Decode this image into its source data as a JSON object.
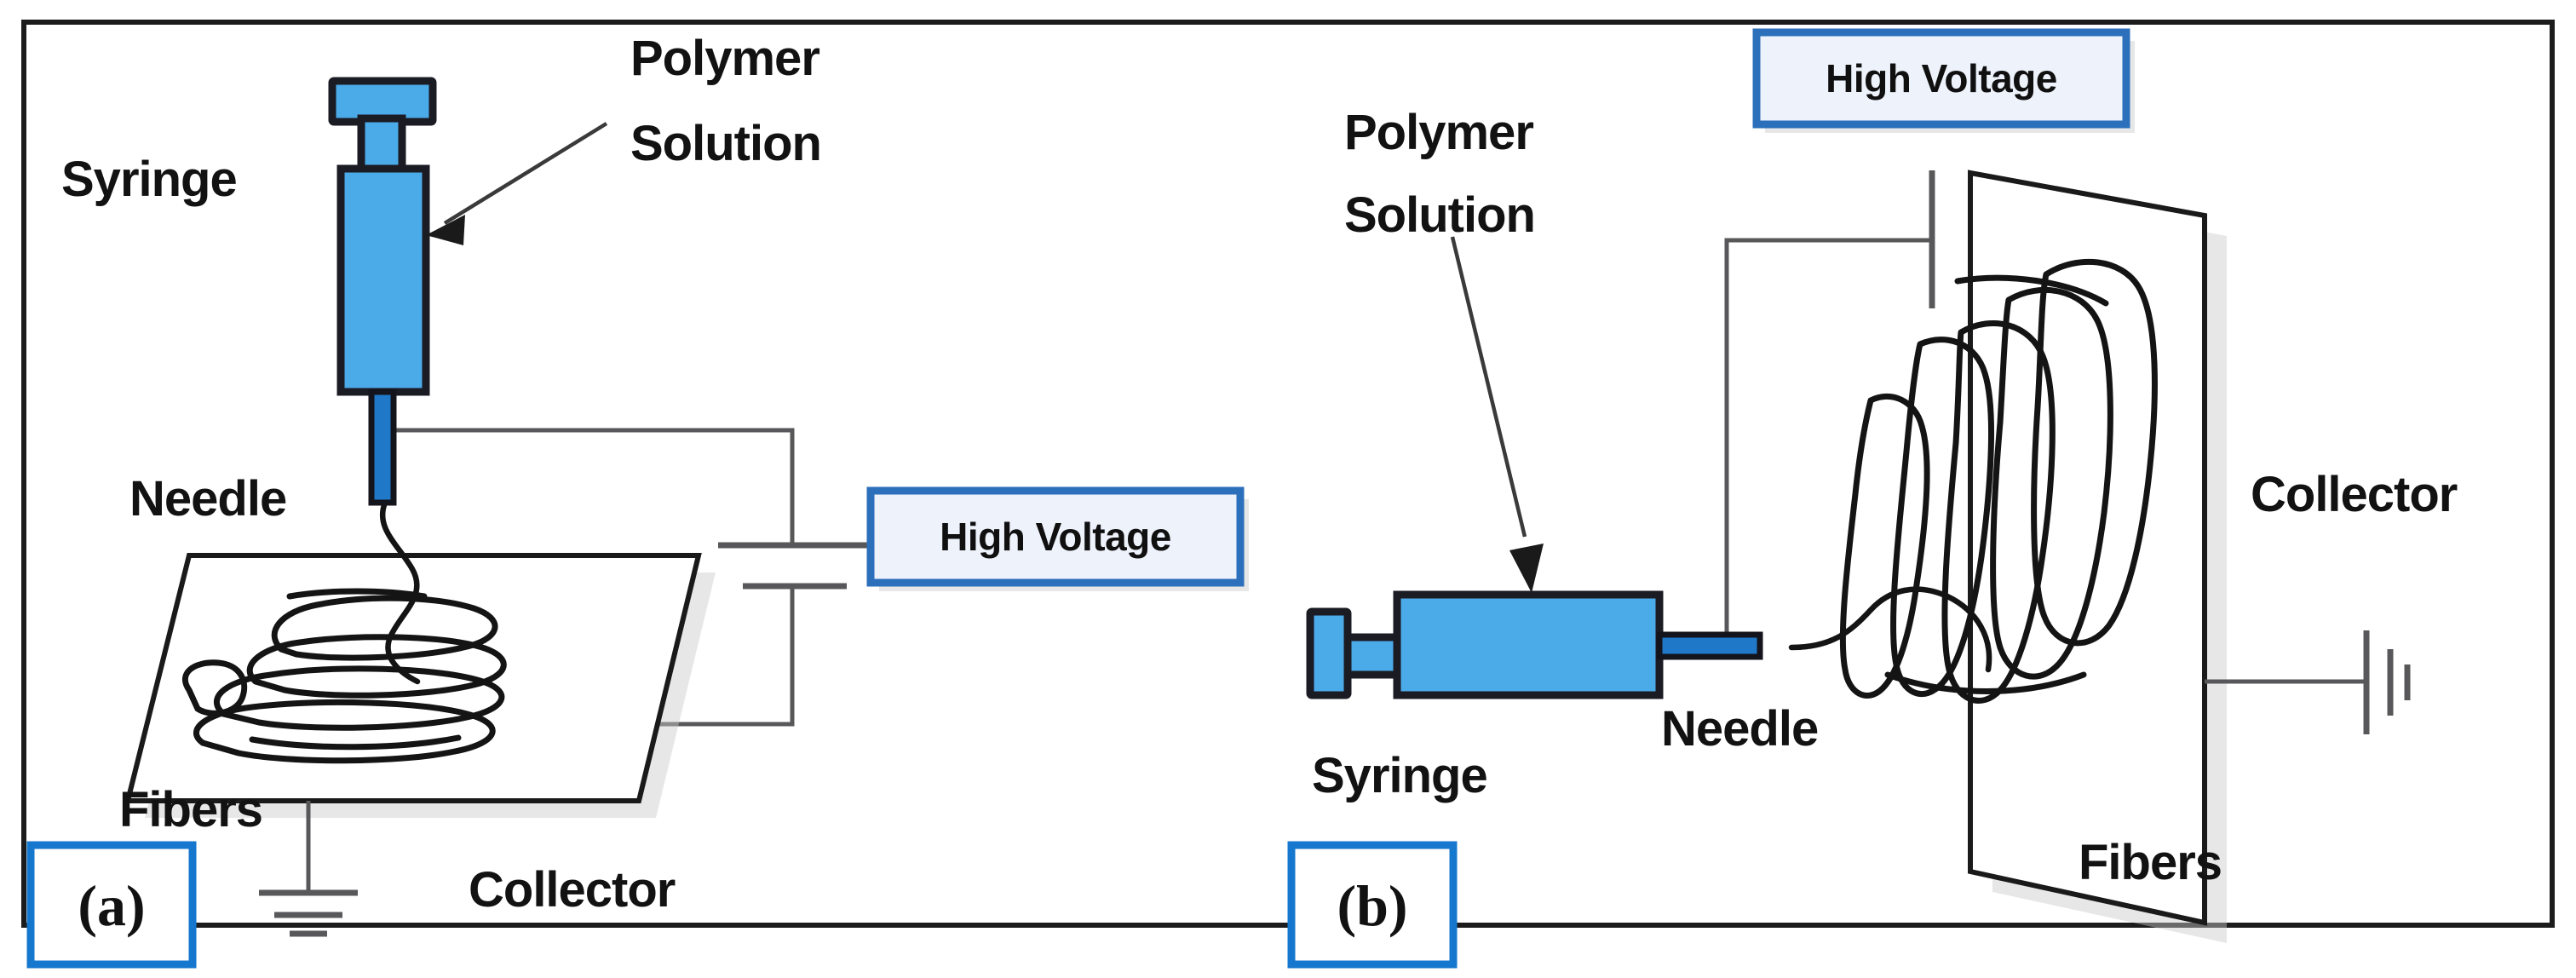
{
  "figure": {
    "type": "electrospinning-setup-diagram",
    "panels": [
      {
        "id": "a",
        "panel_label": "(a)",
        "orientation": "vertical",
        "labels": {
          "syringe": "Syringe",
          "polymer_solution": "Polymer Solution",
          "polymer_solution_line1": "Polymer",
          "polymer_solution_line2": "Solution",
          "needle": "Needle",
          "fibers": "Fibers",
          "collector": "Collector",
          "high_voltage": "High Voltage"
        }
      },
      {
        "id": "b",
        "panel_label": "(b)",
        "orientation": "horizontal",
        "labels": {
          "polymer_solution_line1": "Polymer",
          "polymer_solution_line2": "Solution",
          "syringe": "Syringe",
          "needle": "Needle",
          "fibers": "Fibers",
          "collector": "Collector",
          "high_voltage": "High Voltage"
        }
      }
    ]
  },
  "colors": {
    "syringe_blue": "#4BAAE8",
    "needle_blue": "#1F78C8",
    "hv_box_fill": "#EDF2FB",
    "hv_box_border": "#2C6FBB",
    "panel_box_border": "#1577CE",
    "wire_gray": "#58585A",
    "outline_black": "#1C1C1C",
    "background": "#FFFFFF"
  }
}
